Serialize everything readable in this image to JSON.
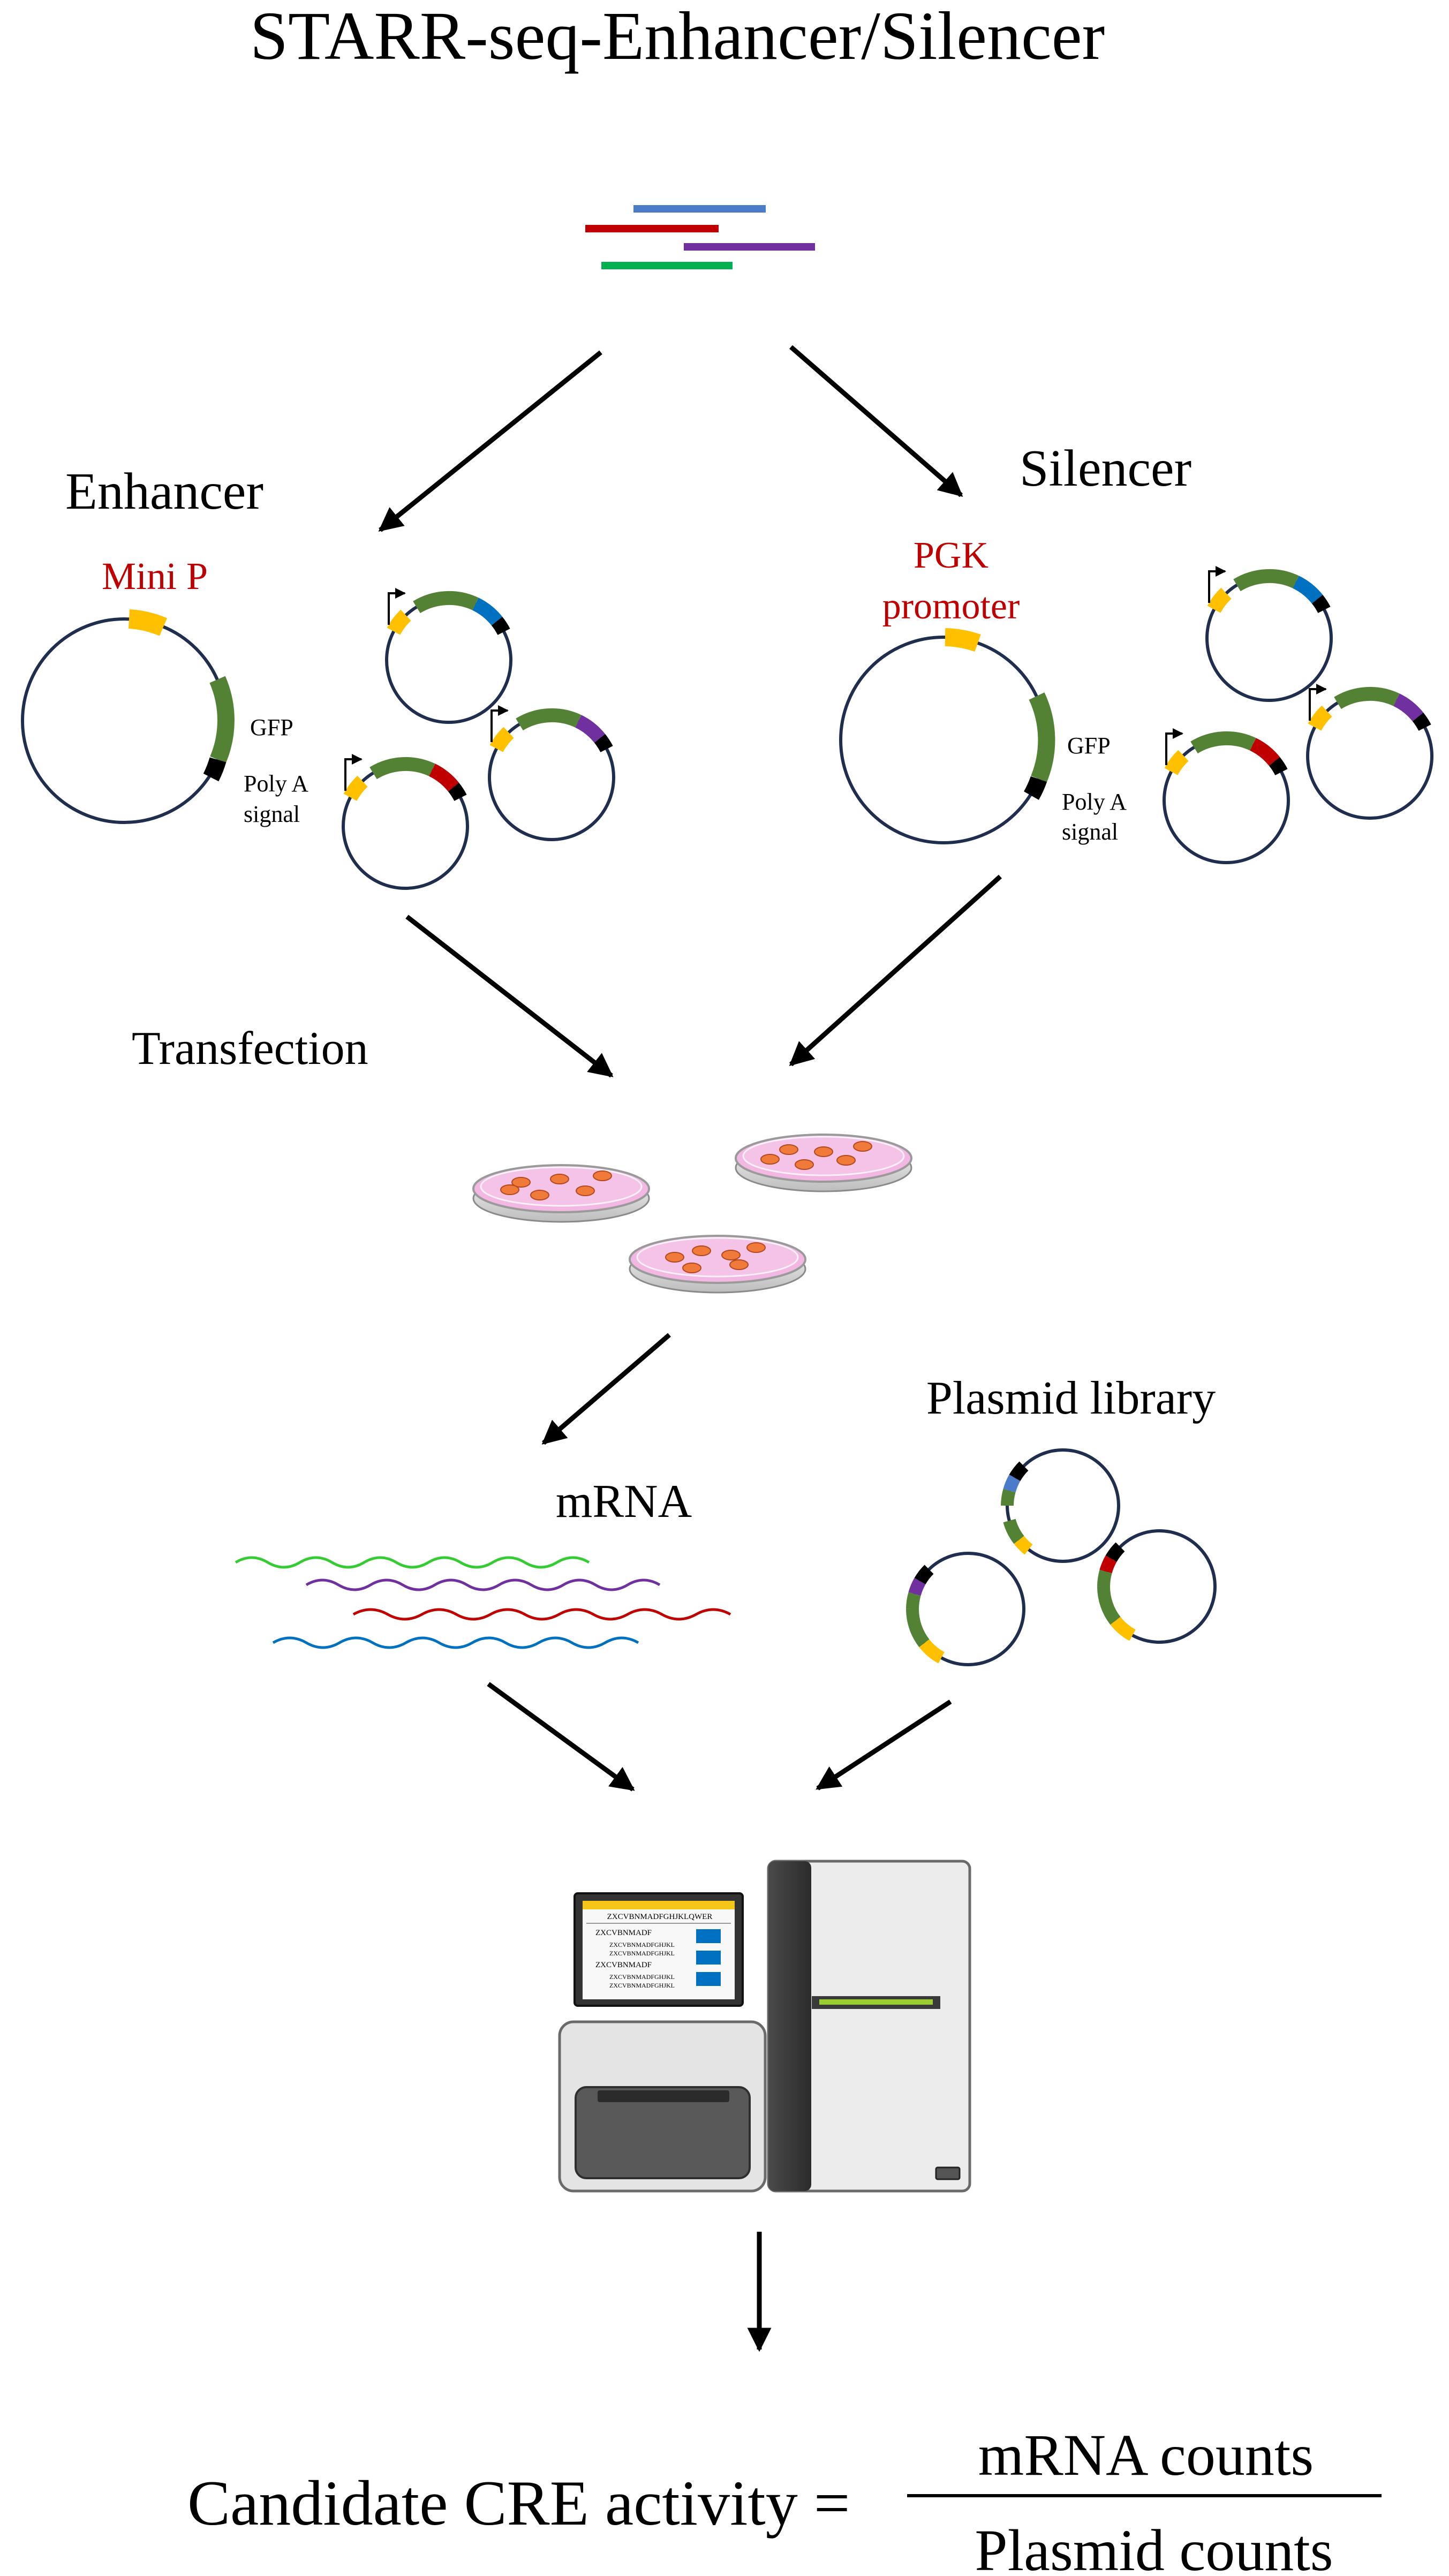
{
  "title": "STARR-seq-Enhancer/Silencer",
  "enhancer": {
    "heading": "Enhancer",
    "promoter_label": "Mini P",
    "gfp_label": "GFP",
    "polya_label_line1": "Poly A",
    "polya_label_line2": "signal"
  },
  "silencer": {
    "heading": "Silencer",
    "promoter_label_line1": "PGK",
    "promoter_label_line2": "promoter",
    "gfp_label": "GFP",
    "polya_label_line1": "Poly A",
    "polya_label_line2": "signal"
  },
  "transfection_label": "Transfection",
  "mrna_label": "mRNA",
  "plasmid_library_label": "Plasmid library",
  "sequencer_screen": {
    "header": "ZXCVBNMADFGHJKLQWER",
    "row1": "ZXCVBNMADF",
    "row1_sub1": "ZXCVBNMADFGHJKL",
    "row1_sub2": "ZXCVBNMADFGHJKL",
    "row2": "ZXCVBNMADF",
    "row2_sub1": "ZXCVBNMADFGHJKL",
    "row2_sub2": "ZXCVBNMADFGHJKL"
  },
  "formula": {
    "lhs": "Candidate CRE activity =",
    "numerator": "mRNA counts",
    "denominator": "Plasmid counts"
  },
  "colors": {
    "fragment_blue": "#4a7cc9",
    "fragment_red": "#c00000",
    "fragment_purple": "#7030a0",
    "fragment_green": "#00b050",
    "promoter_yellow": "#ffc000",
    "gfp_green": "#548235",
    "label_red": "#c00000",
    "circle_navy": "#1f2d4f",
    "dish_pink": "#f2b8e3",
    "cell_orange": "#f07a3a"
  }
}
